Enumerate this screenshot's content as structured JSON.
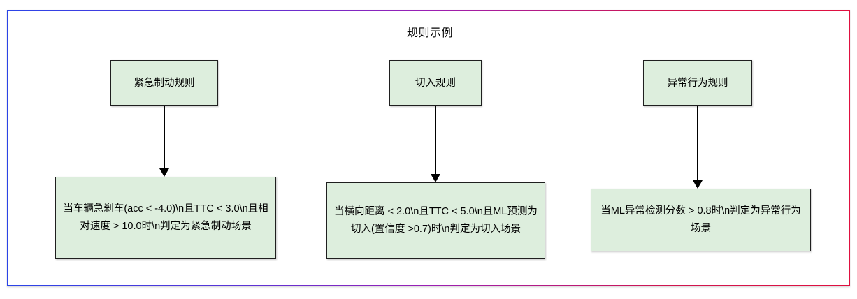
{
  "diagram": {
    "title": "规则示例",
    "frame": {
      "gradient_start_color": "#2b44e8",
      "gradient_mid_color": "#9b1fb4",
      "gradient_end_color": "#e01040"
    },
    "node_fill_color": "#ddeedd",
    "node_border_color": "#1f1f1f",
    "arrow_color": "#000000",
    "columns": [
      {
        "rule_name": "紧急制动规则",
        "rule_description": "当车辆急刹车(acc < -4.0)\\n且TTC < 3.0\\n且相对速度 > 10.0时\\n判定为紧急制动场景"
      },
      {
        "rule_name": "切入规则",
        "rule_description": "当横向距离 < 2.0\\n且TTC < 5.0\\n且ML预测为切入(置信度 >0.7)时\\n判定为切入场景"
      },
      {
        "rule_name": "异常行为规则",
        "rule_description": "当ML异常检测分数 > 0.8时\\n判定为异常行为场景"
      }
    ]
  }
}
